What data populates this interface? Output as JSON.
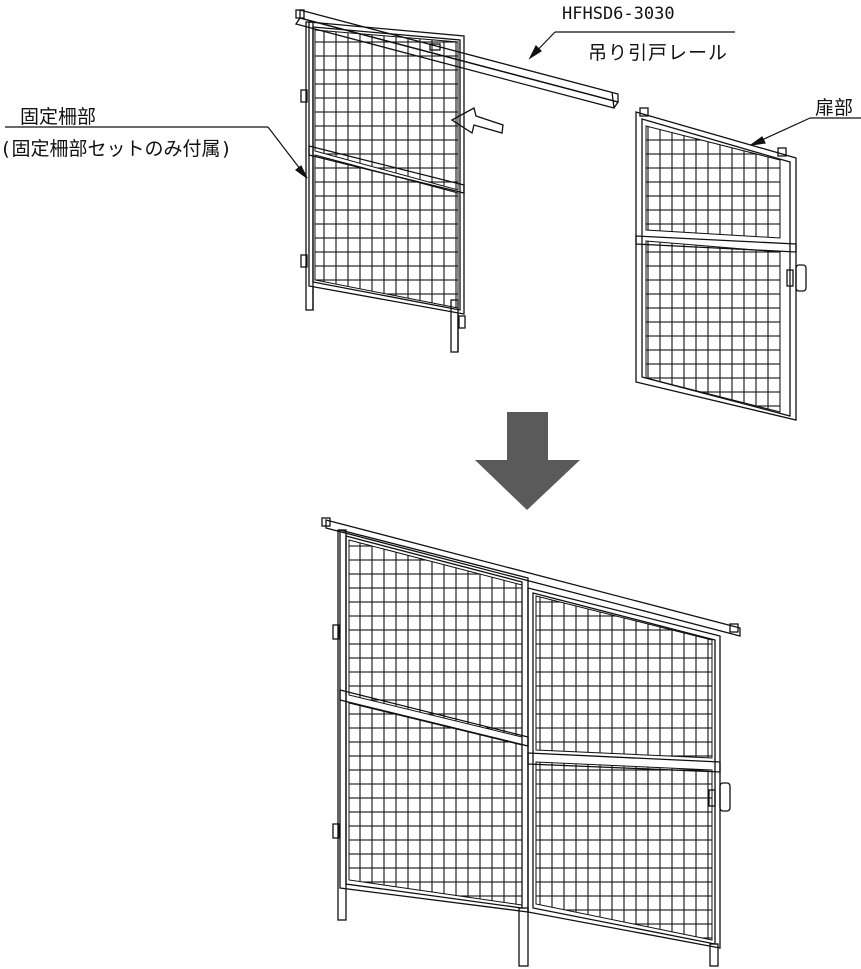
{
  "labels": {
    "part_code": "HFHSD6-3030",
    "rail_name": "吊り引戸レール",
    "fixed_section_title": "固定柵部",
    "fixed_section_note": "(固定柵部セットのみ付属)",
    "door_section_title": "扉部"
  },
  "colors": {
    "line": "#111111",
    "arrow": "#5a5a5a",
    "background": "#ffffff"
  },
  "icons": {
    "assembly_arrow": "down-arrow-icon",
    "slide_hint": "left-arrow-icon"
  }
}
